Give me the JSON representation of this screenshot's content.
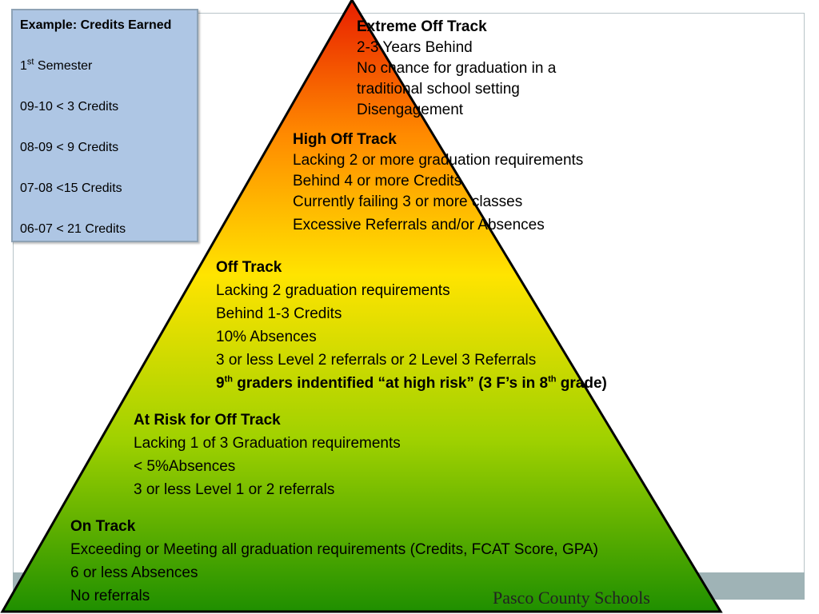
{
  "legend": {
    "title": "Example: Credits Earned",
    "semester": {
      "num": "1",
      "sup": "st",
      "rest": " Semester"
    },
    "items": [
      "09-10 < 3 Credits",
      "08-09 < 9 Credits",
      "07-08 <15 Credits",
      "06-07 < 21 Credits"
    ]
  },
  "tiers": {
    "extreme": {
      "title": "Extreme Off Track",
      "lines": [
        "2-3 Years Behind",
        "No chance for graduation in a",
        "traditional school setting",
        "Disengagement"
      ]
    },
    "high": {
      "title": "High Off Track",
      "lines": [
        "Lacking 2 or more graduation requirements",
        "Behind 4 or more Credits",
        "Currently failing 3 or more classes",
        "Excessive Referrals and/or Absences"
      ]
    },
    "off": {
      "title": "Off Track",
      "lines": [
        "Lacking 2 graduation requirements",
        "Behind 1-3 Credits",
        "10% Absences",
        "3 or less Level 2 referrals or 2 Level 3 Referrals"
      ],
      "highlight": {
        "p1": "9",
        "s1": "th",
        "p2": " graders indentified “at high risk” (3 F’s in 8",
        "s2": "th",
        "p3": " grade)"
      }
    },
    "atrisk": {
      "title": "At Risk for Off Track",
      "lines": [
        "Lacking 1 of 3 Graduation requirements",
        "< 5%Absences",
        "3 or less Level 1 or 2 referrals"
      ]
    },
    "on": {
      "title": "On Track",
      "lines": [
        "Exceeding or Meeting all graduation requirements (Credits, FCAT Score, GPA)",
        "6 or less Absences",
        "No referrals"
      ]
    }
  },
  "footer": {
    "credit": "Pasco County Schools"
  },
  "colors": {
    "top": "#e81e00",
    "upper": "#ff8a00",
    "middle": "#ffe400",
    "lower": "#9fd100",
    "bottom": "#1f8f00"
  }
}
